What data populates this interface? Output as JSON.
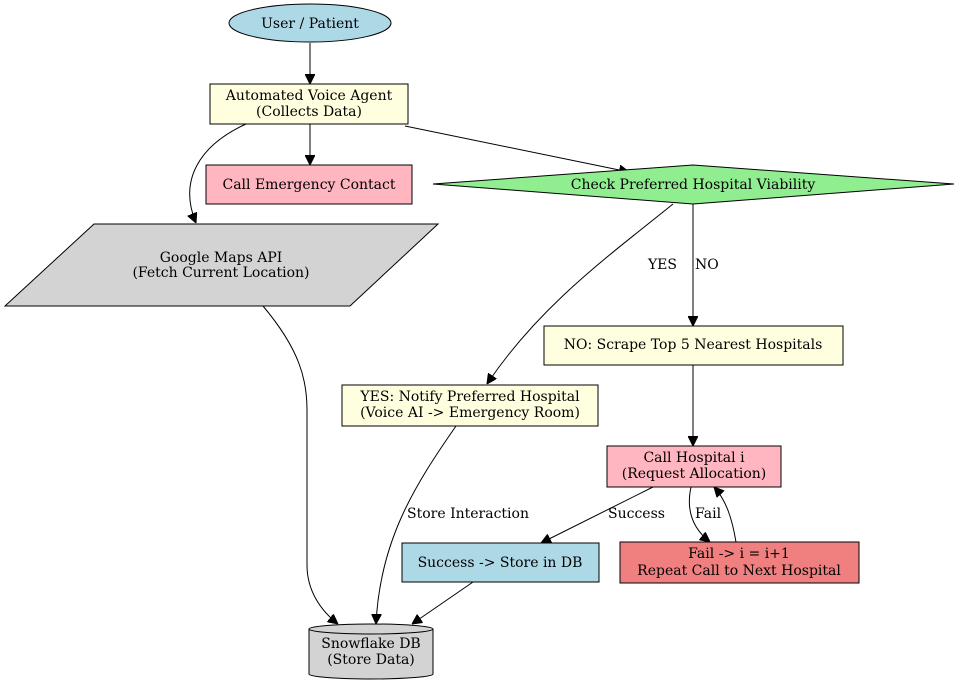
{
  "colors": {
    "start": "#add8e6",
    "process": "#ffffe0",
    "contact": "#ffb6c1",
    "decision": "#90ee90",
    "io": "#d3d3d3",
    "store": "#add8e6",
    "fail": "#f08080",
    "db": "#d3d3d3"
  },
  "nodes": {
    "user": {
      "shape": "ellipse",
      "lines": [
        "User / Patient"
      ]
    },
    "voice_agent": {
      "shape": "rect",
      "lines": [
        "Automated Voice Agent",
        "(Collects Data)"
      ]
    },
    "emergency_contact": {
      "shape": "rect",
      "lines": [
        "Call Emergency Contact"
      ]
    },
    "check_hospital": {
      "shape": "diamond",
      "lines": [
        "Check Preferred Hospital Viability"
      ]
    },
    "google_maps": {
      "shape": "parallelogram",
      "lines": [
        "Google Maps API",
        "(Fetch Current Location)"
      ]
    },
    "scrape": {
      "shape": "rect",
      "lines": [
        "NO: Scrape Top 5 Nearest Hospitals"
      ]
    },
    "notify": {
      "shape": "rect",
      "lines": [
        "YES: Notify Preferred Hospital",
        "(Voice AI -> Emergency Room)"
      ]
    },
    "call_hospital": {
      "shape": "rect",
      "lines": [
        "Call Hospital i",
        "(Request Allocation)"
      ]
    },
    "store_db": {
      "shape": "rect",
      "lines": [
        "Success -> Store in DB"
      ]
    },
    "fail_retry": {
      "shape": "rect",
      "lines": [
        "Fail -> i = i+1",
        "Repeat Call to Next Hospital"
      ]
    },
    "snowflake": {
      "shape": "cylinder",
      "lines": [
        "Snowflake DB",
        "(Store Data)"
      ]
    }
  },
  "edges": [
    {
      "from": "user",
      "to": "voice_agent",
      "label": ""
    },
    {
      "from": "voice_agent",
      "to": "emergency_contact",
      "label": ""
    },
    {
      "from": "voice_agent",
      "to": "check_hospital",
      "label": ""
    },
    {
      "from": "voice_agent",
      "to": "google_maps",
      "label": ""
    },
    {
      "from": "check_hospital",
      "to": "notify",
      "label": "YES"
    },
    {
      "from": "check_hospital",
      "to": "scrape",
      "label": "NO"
    },
    {
      "from": "google_maps",
      "to": "snowflake",
      "label": ""
    },
    {
      "from": "notify",
      "to": "snowflake",
      "label": "Store Interaction"
    },
    {
      "from": "scrape",
      "to": "call_hospital",
      "label": ""
    },
    {
      "from": "call_hospital",
      "to": "store_db",
      "label": "Success"
    },
    {
      "from": "call_hospital",
      "to": "fail_retry",
      "label": "Fail"
    },
    {
      "from": "fail_retry",
      "to": "call_hospital",
      "label": ""
    },
    {
      "from": "store_db",
      "to": "snowflake",
      "label": ""
    }
  ]
}
